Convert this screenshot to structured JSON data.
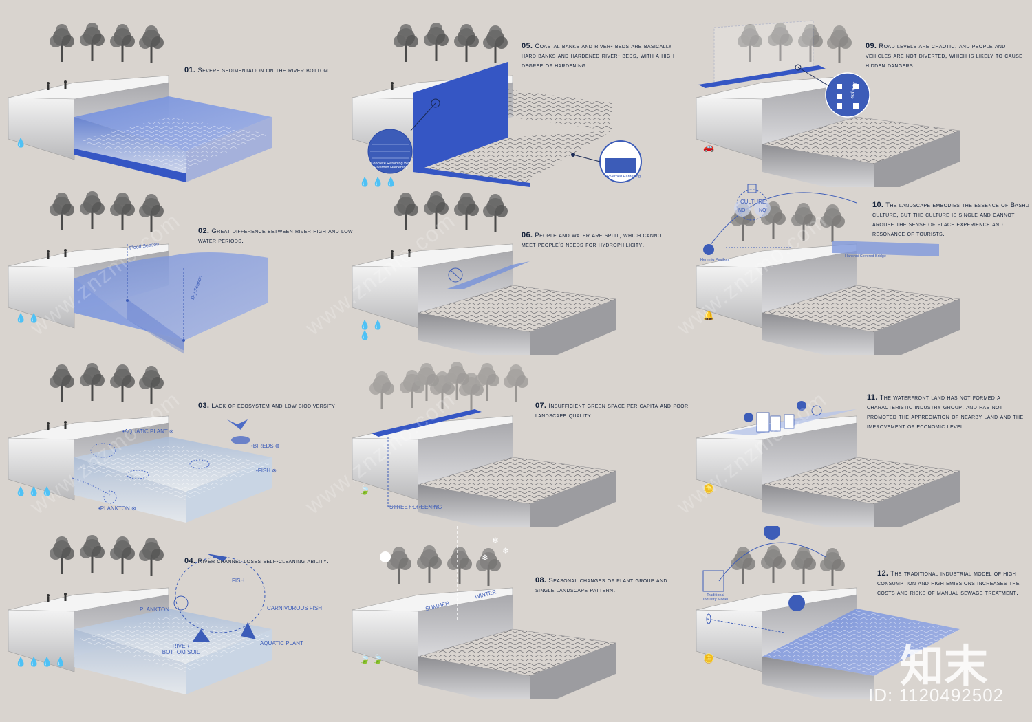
{
  "panels": [
    {
      "num": "01.",
      "text": "Severe sedimentation on the river bottom.",
      "icons": "💧"
    },
    {
      "num": "02.",
      "text": "Great difference between river high and low water periods.",
      "icons": "💧💧"
    },
    {
      "num": "03.",
      "text": "Lack of ecosystem and low biodiversity.",
      "icons": "💧💧💧"
    },
    {
      "num": "04.",
      "text": "River channel loses self-cleaning ability.",
      "icons": "💧💧💧💧"
    },
    {
      "num": "05.",
      "text": "Coastal banks and river- beds are basically hard banks and hardened river- beds, with a high degree of hardening.",
      "icons": "💧💧💧"
    },
    {
      "num": "06.",
      "text": "People and water are split, which cannot meet people's needs for hydrophilicity.",
      "icons": "💧💧💧"
    },
    {
      "num": "07.",
      "text": "Insufficient green space per capita and poor landscape quality.",
      "icons": "🍃"
    },
    {
      "num": "08.",
      "text": "Seasonal changes of plant group and single landscape pattern.",
      "icons": "🍃🍃"
    },
    {
      "num": "09.",
      "text": "Road levels are chaotic, and people and vehicles are not diverted, which is likely to cause hidden dangers.",
      "icons": "🚗"
    },
    {
      "num": "10.",
      "text": "The landscape embodies the essence of Bashu culture, but the culture is single and cannot arouse the sense of place experience and resonance of tourists.",
      "icons": "🔔"
    },
    {
      "num": "11.",
      "text": "The waterfront land has not formed a characteristic industry group, and has not promoted the appreciation of nearby land and the improvement of economic level.",
      "icons": "🪙"
    },
    {
      "num": "12.",
      "text": "The traditional industrial model of high consumption and high emissions increases the costs and risks of manual sewage treatment.",
      "icons": "🪙"
    }
  ],
  "labels": {
    "flood": "Flood Season",
    "dry": "Dry Season",
    "aquatic_plant": "•Aquatic plant ⊗",
    "bireds": "•Bireds ⊗",
    "fish": "•Fish ⊗",
    "plankton": "•Plankton ⊗",
    "c_fish": "Fish",
    "c_plankton": "Plankton",
    "c_carn": "Carnivorous Fish",
    "c_soil": "River Bottom Soil",
    "c_aquatic": "Aquatic Plant",
    "concrete": "Concrete Retaining Wall Riverbed Hardening",
    "riverbed": "Riverbed Hardening",
    "street_greening": "Street Greening",
    "summer": "Summer",
    "winter": "Winter",
    "culture": "Culture",
    "no1": "NO",
    "no2": "NO",
    "pavilion": "Hemmig Pavilion",
    "bridge": "Hanshui Covered Bridge",
    "trad": "Traditional Industry Model",
    "subway": "Subway"
  },
  "watermark": "www.znzmo.com",
  "logo_text": "知末",
  "id_text": "ID: 1120492502"
}
